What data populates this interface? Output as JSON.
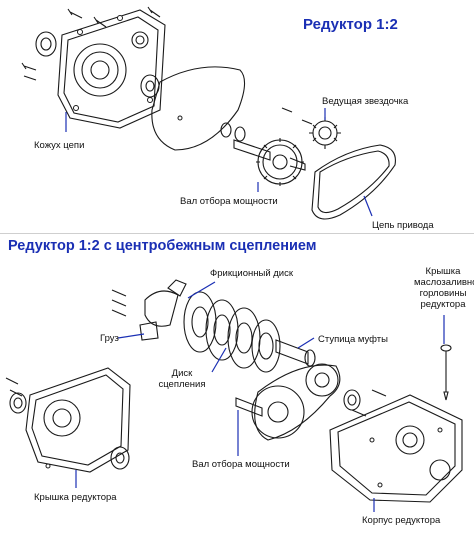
{
  "top": {
    "title": "Редуктор 1:2",
    "labels": {
      "chain_guard": "Кожух цепи",
      "drive_sprocket": "Ведущая звездочка",
      "pto_shaft": "Вал отбора мощности",
      "drive_chain": "Цепь привода"
    }
  },
  "bottom": {
    "title": "Редуктор 1:2 с центробежным сцеплением",
    "labels": {
      "friction_disc": "Фрикционный диск",
      "oil_filler_cap": "Крышка\nмаслозаливной\nгорловины\nредуктора",
      "weight": "Груз",
      "clutch_hub": "Ступица муфты",
      "clutch_disc": "Диск\nсцепления",
      "gearbox_cover": "Крышка редуктора",
      "pto_shaft": "Вал отбора мощности",
      "gearbox_housing": "Корпус редуктора"
    }
  },
  "colors": {
    "title": "#1a2fb4",
    "leader_line": "#1a2fb4",
    "drawing": "#1a1a1a"
  }
}
